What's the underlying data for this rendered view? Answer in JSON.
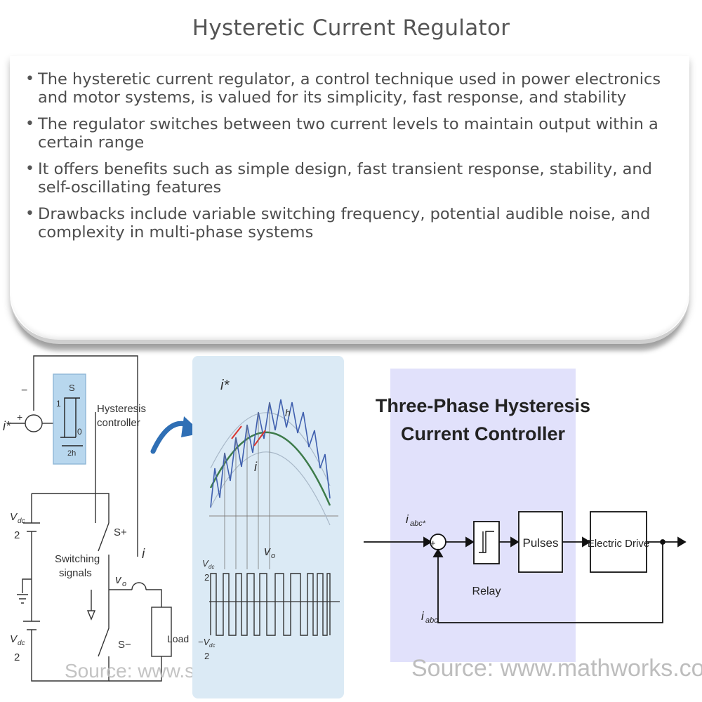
{
  "title": "Hysteretic Current Regulator",
  "bullets": [
    "The hysteretic current regulator, a control technique used in power electronics and motor systems, is valued for its simplicity, fast response, and stability",
    "The regulator switches between two current levels to maintain output within a certain range",
    "It offers benefits such as simple design, fast transient response, stability, and self-oscillating features",
    "Drawbacks include variable switching frequency, potential audible noise, and complexity in multi-phase systems"
  ],
  "circuit": {
    "ref_label": "i*",
    "hyst_s": "S",
    "hyst_one": "1",
    "hyst_zero": "0",
    "hyst_2h": "2h",
    "controller_label_1": "Hysteresis",
    "controller_label_2": "controller",
    "vdc_num": "V",
    "vdc_sub": "dc",
    "vdc_den": "2",
    "switching_1": "Switching",
    "switching_2": "signals",
    "s_plus": "S+",
    "s_minus": "S−",
    "vo": "v",
    "vo_sub": "o",
    "i_label": "i",
    "load": "Load",
    "plus": "+",
    "minus": "−",
    "source": "Source: www.sciencedirect.com"
  },
  "waveform": {
    "i_star": "i*",
    "i": "i",
    "h": "h",
    "vo": "v",
    "vo_sub": "o",
    "vdc_pos_num": "V",
    "vdc_pos_sub": "dc",
    "vdc_pos_den": "2",
    "vdc_neg_num": "−V",
    "vdc_neg_sub": "dc",
    "vdc_neg_den": "2"
  },
  "controller": {
    "title_1": "Three-Phase Hysteresis",
    "title_2": "Current Controller",
    "input_label": "i",
    "input_sub": "abc*",
    "feedback_label": "i",
    "feedback_sub": "abc",
    "plus": "+",
    "minus": "−",
    "relay": "Relay",
    "pulses": "Pulses",
    "drive": "Electric Drive",
    "source": "Source: www.mathworks.com"
  },
  "colors": {
    "blue_box": "#b8d7ee",
    "blue_panel": "#dbeaf5",
    "lavender": "#e1e1fb",
    "arrow": "#2f6fb5",
    "green": "#3d7b4a",
    "blue_wave": "#3f5fae",
    "red": "#d9352f"
  }
}
